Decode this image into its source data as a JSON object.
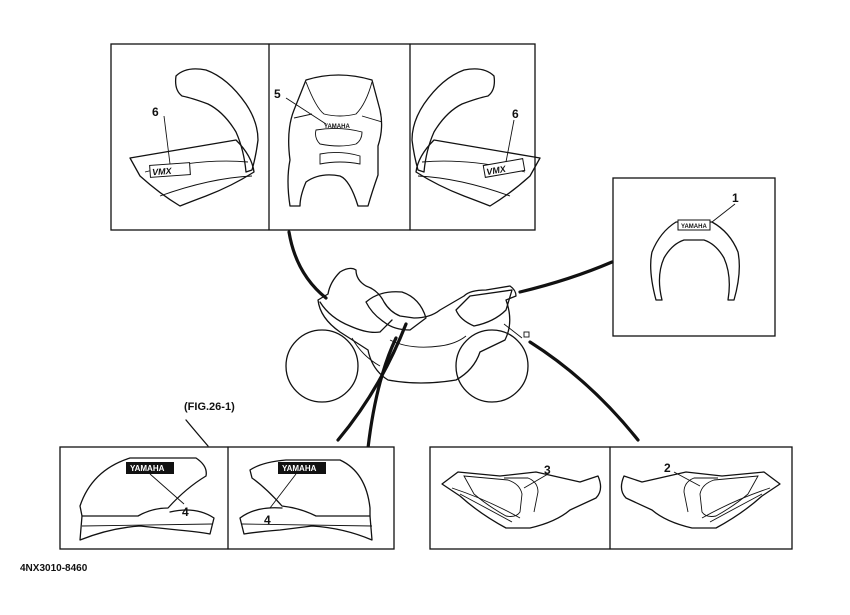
{
  "callouts": {
    "c1": "1",
    "c2": "2",
    "c3": "3",
    "c4a": "4",
    "c4b": "4",
    "c5": "5",
    "c6a": "6",
    "c6b": "6"
  },
  "brand": {
    "front_cowl": "YAMAHA",
    "rear_cowl": "YAMAHA",
    "tank_left": "YAMAHA",
    "tank_right": "YAMAHA"
  },
  "fig_label": "(FIG.26-1)",
  "part_number": "4NX3010-8460"
}
